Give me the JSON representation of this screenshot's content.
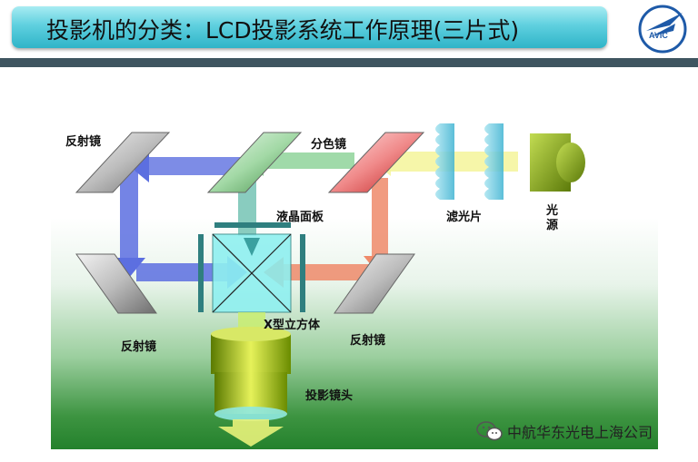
{
  "title": "投影机的分类：LCD投影系统工作原理(三片式)",
  "logo": {
    "text": "AVIC",
    "color": "#1e5aa8"
  },
  "labels": {
    "mirror_top_left": "反射镜",
    "dichroic": "分色镜",
    "lcd_panel": "液晶面板",
    "filter": "滤光片",
    "light_source": "光源",
    "mirror_bottom_left": "反射镜",
    "x_cube": "X型立方体",
    "mirror_bottom_right": "反射镜",
    "projection_lens": "投影镜头"
  },
  "watermark": {
    "text": "中航华东光电上海公司",
    "icon": "wechat-icon"
  },
  "colors": {
    "blue_beam": "#5c6fe0",
    "green_beam": "#8fd49a",
    "red_beam": "#ef8a6a",
    "white_beam": "#f4f49a",
    "accent": "#2fb4c8"
  }
}
